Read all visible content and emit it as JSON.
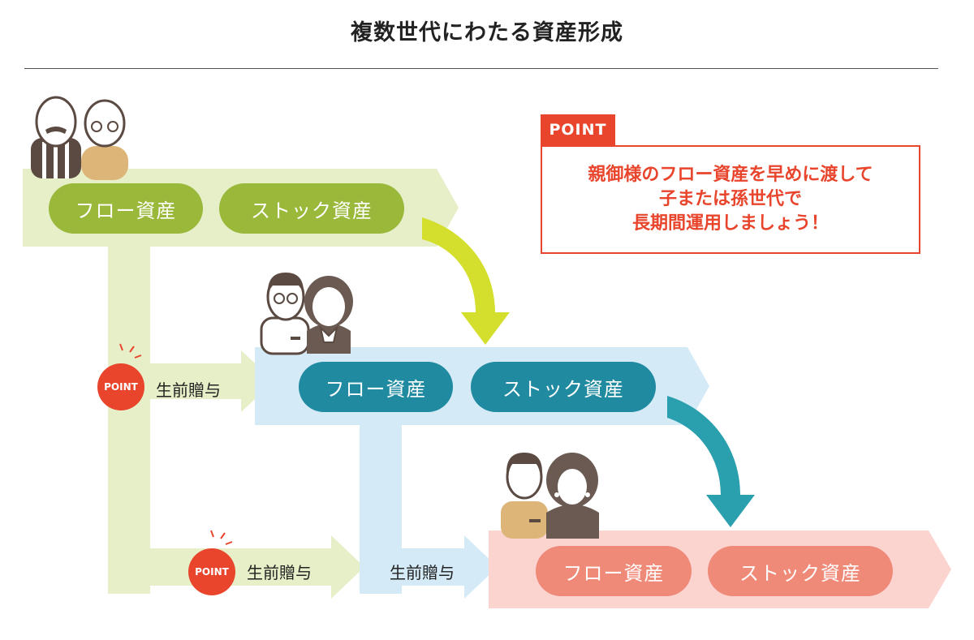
{
  "title": "複数世代にわたる資産形成",
  "generations": [
    {
      "flow": "フロー資産",
      "stock": "ストック資産"
    },
    {
      "flow": "フロー資産",
      "stock": "ストック資産"
    },
    {
      "flow": "フロー資産",
      "stock": "ストック資産"
    }
  ],
  "gifts": [
    "生前贈与",
    "生前贈与",
    "生前贈与"
  ],
  "point_badge": "POINT",
  "point_box": {
    "tab": "POINT",
    "lines": [
      "親御様のフロー資産を早めに渡して",
      "子または孫世代で",
      "長期間運用しましょう！"
    ]
  },
  "colors": {
    "green": "#9ab83a",
    "green_band": "#e6efc8",
    "teal": "#1f8aa0",
    "blue_band": "#d4eaf7",
    "salmon": "#f08a78",
    "pink_band": "#fbd3cf",
    "accent_red": "#e8452c",
    "arrow_lime": "#d3df2c"
  }
}
